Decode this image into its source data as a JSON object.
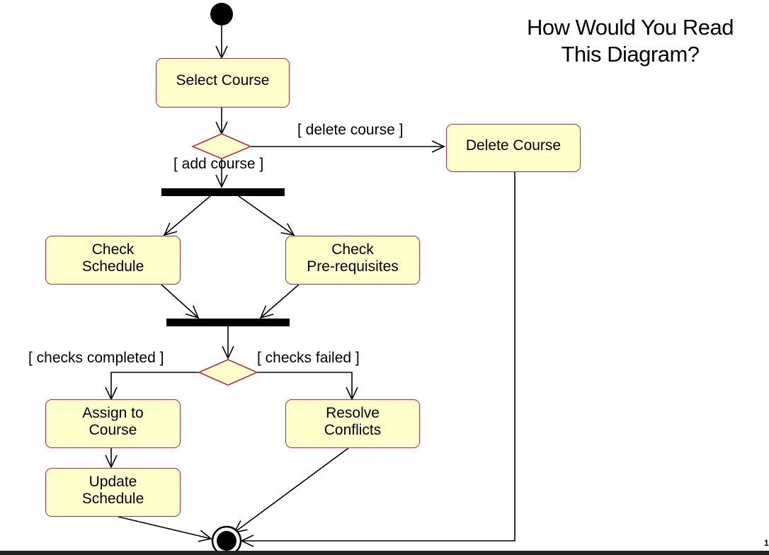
{
  "title": {
    "line1": "How Would You Read",
    "line2": "This Diagram?"
  },
  "activities": {
    "select_course": [
      "Select Course"
    ],
    "delete_course": [
      "Delete Course"
    ],
    "check_schedule": [
      "Check",
      "Schedule"
    ],
    "check_prereq": [
      "Check",
      "Pre-requisites"
    ],
    "assign_course": [
      "Assign to",
      "Course"
    ],
    "resolve_conflicts": [
      "Resolve",
      "Conflicts"
    ],
    "update_schedule": [
      "Update",
      "Schedule"
    ]
  },
  "guards": {
    "delete_course": "[ delete course ]",
    "add_course": "[ add course ]",
    "checks_completed": "[ checks completed ]",
    "checks_failed": "[ checks failed ]"
  },
  "colors": {
    "activity_fill": "#ffffcc",
    "activity_border": "#b03040",
    "decision_fill": "#ffffcc",
    "decision_border": "#b03040",
    "line": "#000000"
  },
  "page_number": "1"
}
